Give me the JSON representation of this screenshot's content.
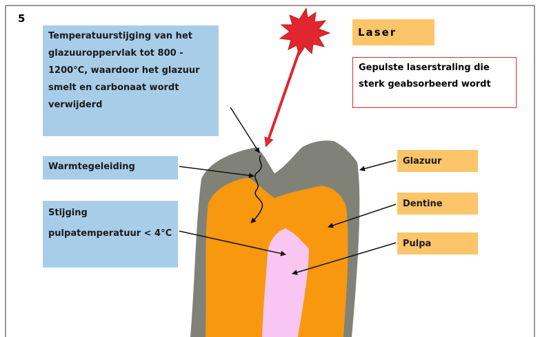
{
  "figure": {
    "number": "5"
  },
  "labels": {
    "temperature_rise": "Temperatuurstijging van het glazuuroppervlak tot 800 - 1200°C, waardoor het glazuur smelt en carbonaat wordt verwijderd",
    "heat_conduction": "Warmtegeleiding",
    "pulp_temp_rise": "Stijging pulpatemperatuur < 4°C",
    "laser": "Laser",
    "pulsed_laser": "Gepulste laserstraling die sterk geabsorbeerd wordt",
    "enamel": "Glazuur",
    "dentine": "Dentine",
    "pulp": "Pulpa"
  },
  "colors": {
    "enamel": "#808278",
    "dentine": "#f7980f",
    "pulp": "#f8c6f1",
    "laser_beam": "#e0262e",
    "blue_label": "#a8cde9",
    "orange_label": "#fcc56a"
  }
}
